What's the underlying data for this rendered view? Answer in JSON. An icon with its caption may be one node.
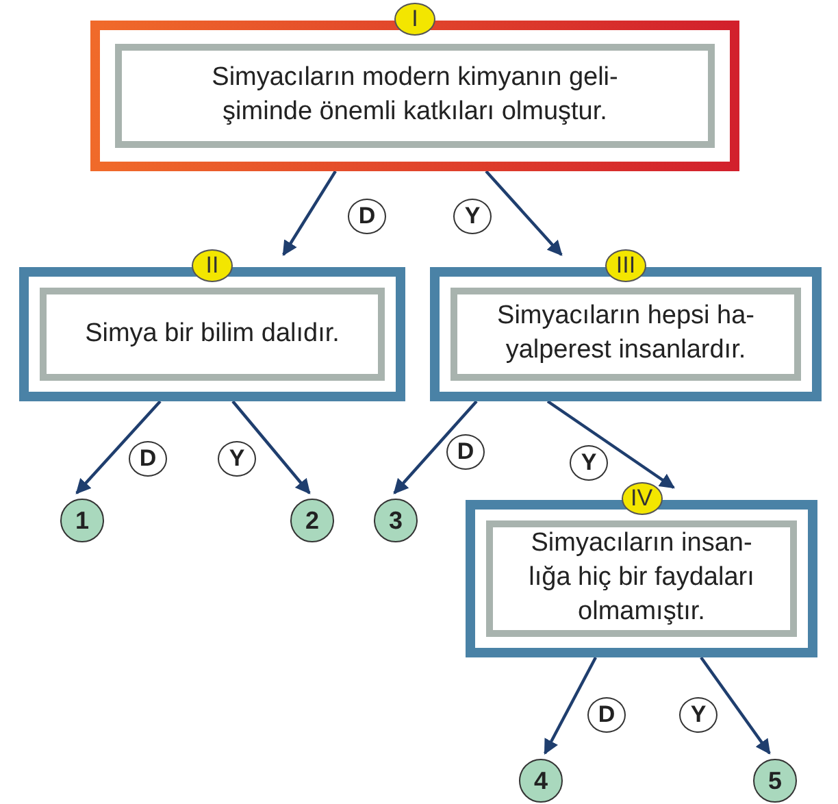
{
  "diagram": {
    "nodes": [
      {
        "text": [
          "I",
          "Simyacıların modern kimyanın geli- şiminde önemli katkıları olmuştur."
        ]
      },
      {
        "text": [
          "II",
          "Simya bir bilim dalıdır."
        ]
      },
      {
        "text": [
          "III",
          "Simyacıların hepsi ha- yalperest insanlardır."
        ]
      },
      {
        "text": [
          "1"
        ]
      },
      {
        "text": [
          "2"
        ]
      },
      {
        "text": [
          "3"
        ]
      },
      {
        "text": [
          "IV",
          "Simyacıların insan- lığa hiç bir faydaları olmamıştır."
        ]
      },
      {
        "text": [
          "4"
        ]
      },
      {
        "text": [
          "5"
        ]
      }
    ],
    "edges": [
      {
        "from": 0,
        "to": 1,
        "arrow": "to",
        "label": "D"
      },
      {
        "from": 0,
        "to": 2,
        "arrow": "to",
        "label": "Y"
      },
      {
        "from": 1,
        "to": 3,
        "arrow": "to",
        "label": "D"
      },
      {
        "from": 1,
        "to": 4,
        "arrow": "to",
        "label": "Y"
      },
      {
        "from": 2,
        "to": 5,
        "arrow": "to",
        "label": "D"
      },
      {
        "from": 2,
        "to": 6,
        "arrow": "to",
        "label": "Y"
      },
      {
        "from": 6,
        "to": 7,
        "arrow": "to",
        "label": "D"
      },
      {
        "from": 6,
        "to": 8,
        "arrow": "to",
        "label": "Y"
      }
    ]
  }
}
